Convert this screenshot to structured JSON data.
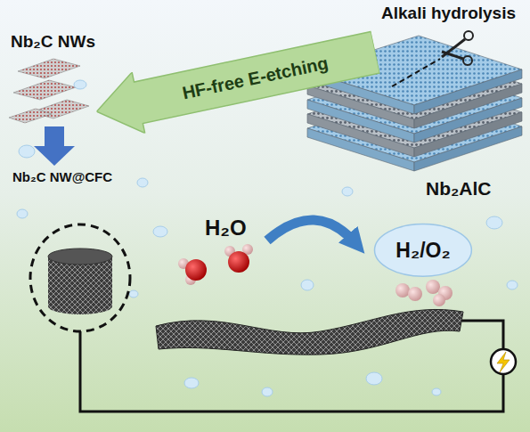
{
  "diagram": {
    "nodes": [
      {
        "text": [
          "HF-free E-etching"
        ]
      },
      {
        "text": [
          "H₂/O₂"
        ]
      }
    ],
    "labels": [
      "Alkali hydrolysis",
      "Nb₂AlC",
      "Nb₂C NWs",
      "Nb₂C NW@CFC",
      "H₂O"
    ]
  }
}
